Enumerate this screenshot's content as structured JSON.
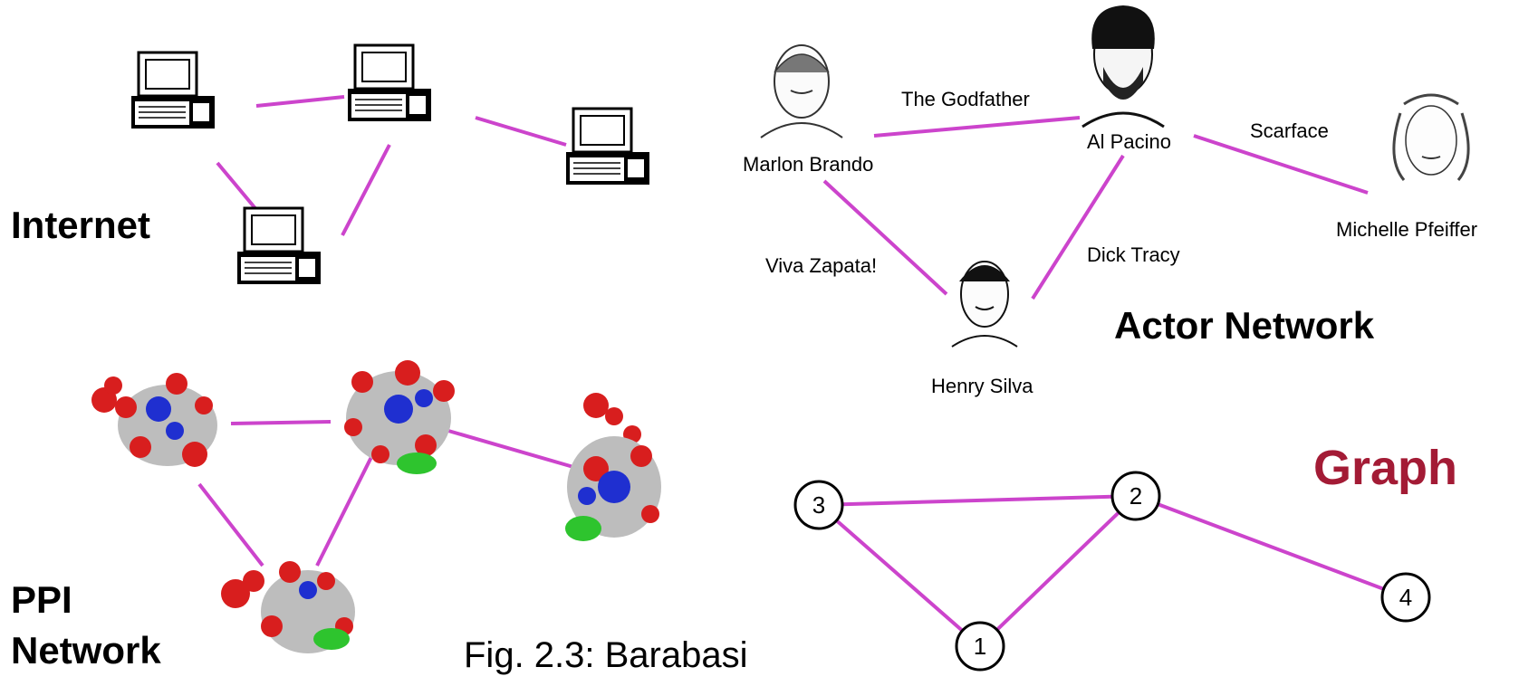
{
  "colors": {
    "edge": "#cc44cc",
    "graph_title": "#a31b35",
    "protein_red": "#d81e1e",
    "protein_blue": "#1f2fd0",
    "protein_gray": "#bdbdbd",
    "protein_green": "#2ec42e"
  },
  "internet": {
    "title": "Internet"
  },
  "actors": {
    "title": "Actor Network",
    "people": [
      "Marlon Brando",
      "Al Pacino",
      "Michelle Pfeiffer",
      "Henry Silva"
    ],
    "films": [
      "The Godfather",
      "Scarface",
      "Viva Zapata!",
      "Dick Tracy"
    ]
  },
  "ppi": {
    "title_line1": "PPI",
    "title_line2": "Network"
  },
  "graph": {
    "title": "Graph",
    "nodes": [
      "1",
      "2",
      "3",
      "4"
    ],
    "edges": [
      [
        "3",
        "2"
      ],
      [
        "2",
        "4"
      ],
      [
        "3",
        "1"
      ],
      [
        "1",
        "2"
      ]
    ]
  },
  "caption": "Fig. 2.3: Barabasi"
}
